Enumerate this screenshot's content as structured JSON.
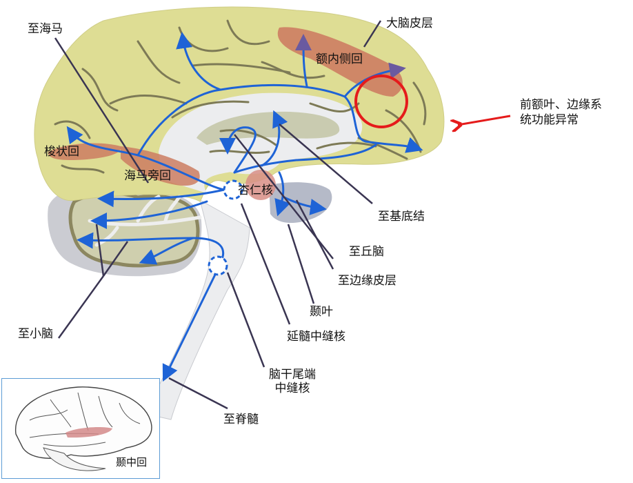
{
  "diagram": {
    "title": "5-HT (serotonin) pathways — sagittal brain section",
    "colors": {
      "cortex": "#dedd94",
      "sulci": "#7d7a56",
      "white_matter": "#ecedef",
      "corpus_callosum": "#c9cbb0",
      "highlight_region": "#cd7d62",
      "cerebellum_inner": "#cfcfae",
      "cerebellum_outer": "#cbccd2",
      "temporal_gray": "#b5bac8",
      "pathway": "#1e63d6",
      "leader_line": "#3a3552",
      "alert": "#e51b1b",
      "inset_border": "#5b9bd5"
    },
    "labels": {
      "to_hippocampus": "至海马",
      "cerebral_cortex": "大脑皮层",
      "medial_frontal_gyrus": "额内侧回",
      "cingulate_gyrus": "梭状回",
      "parahippocampal_gyrus": "海马旁回",
      "amygdala": "杏仁核",
      "to_basal_ganglia": "至基底结",
      "to_thalamus": "至丘脑",
      "to_limbic_cortex": "至边缘皮层",
      "temporal_lobe": "颞叶",
      "medullary_raphe": "延髓中缝核",
      "caudal_raphe_line1": "脑干尾端",
      "caudal_raphe_line2": "中缝核",
      "to_spinal_cord": "至脊髓",
      "to_cerebellum": "至小脑",
      "middle_temporal_gyrus": "颞中回"
    },
    "annotation": {
      "line1": "前额叶、边缘系",
      "line2": "统功能异常"
    }
  }
}
